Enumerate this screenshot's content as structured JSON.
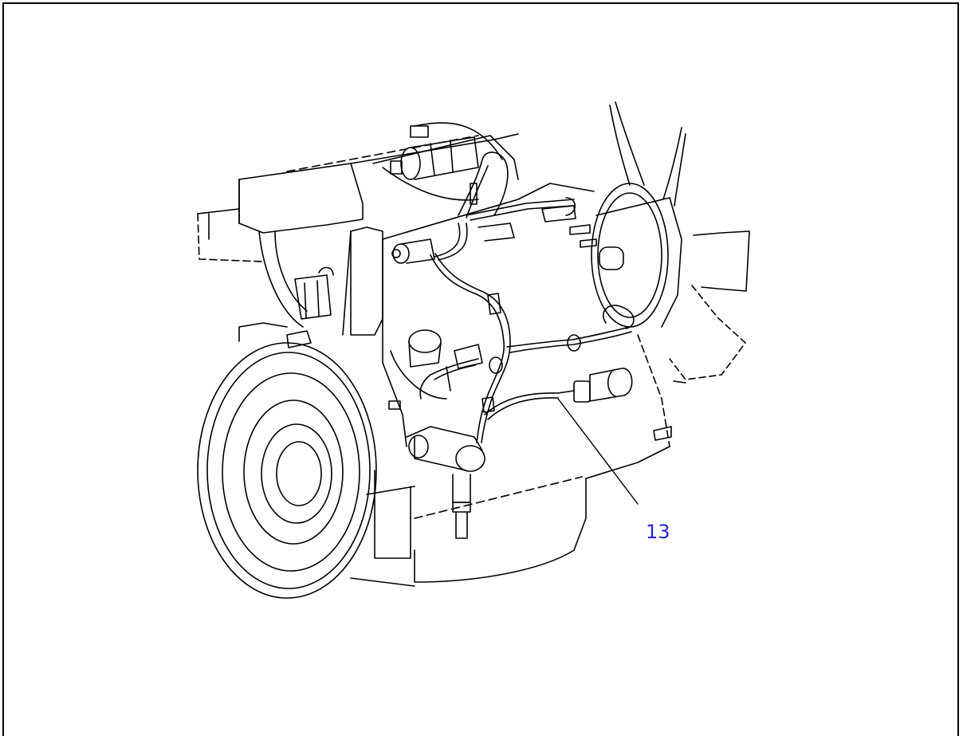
{
  "diagram": {
    "subject": "engine-with-wiring-harness",
    "line_color": "#000000",
    "background_color": "#ffffff",
    "callout_color": "#2626d9",
    "callouts": [
      {
        "label": "13",
        "target": "sensor-wire"
      }
    ]
  }
}
